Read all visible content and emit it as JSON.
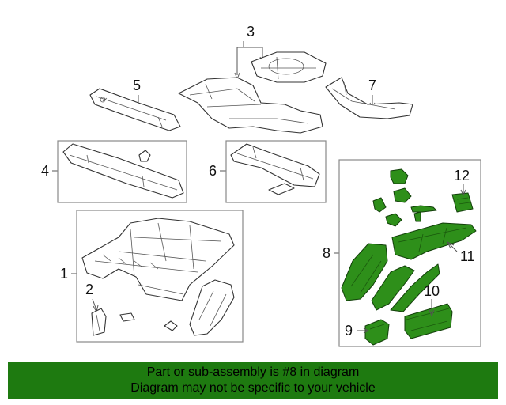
{
  "callouts": {
    "c1": "1",
    "c2": "2",
    "c3": "3",
    "c4": "4",
    "c5": "5",
    "c6": "6",
    "c7": "7",
    "c8": "8",
    "c9": "9",
    "c10": "10",
    "c11": "11",
    "c12": "12"
  },
  "banner": {
    "line1": "Part or sub-assembly is #8 in diagram",
    "line2": "Diagram may not be specific to your vehicle"
  },
  "colors": {
    "highlight": "#2e8f1a",
    "banner": "#1e7a10"
  }
}
